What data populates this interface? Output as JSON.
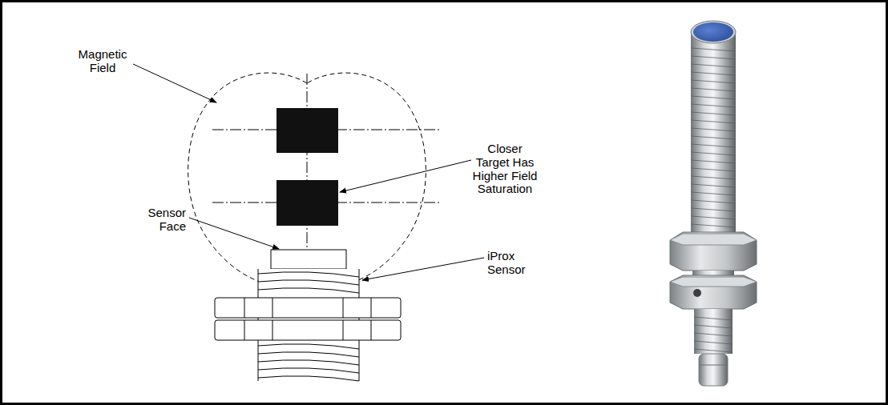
{
  "diagram": {
    "labels": [
      "Magnetic Field",
      "Closer Target Has Higher Field Saturation",
      "Sensor Face",
      "iProx Sensor"
    ]
  }
}
